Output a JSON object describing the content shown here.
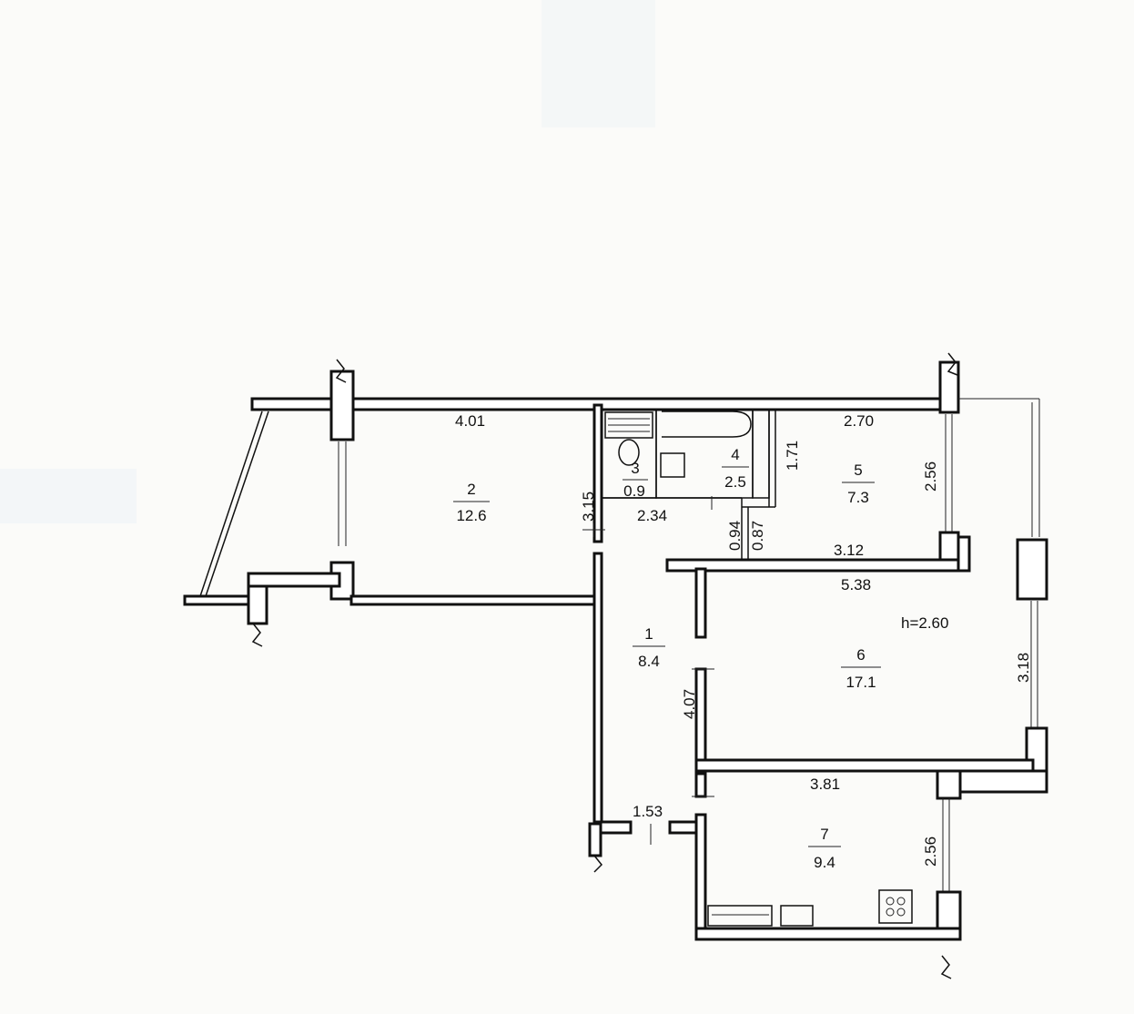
{
  "plan": {
    "ceiling_height": "h=2.60",
    "rooms": [
      {
        "number": "1",
        "area": "8.4"
      },
      {
        "number": "2",
        "area": "12.6"
      },
      {
        "number": "3",
        "area": "0.9"
      },
      {
        "number": "4",
        "area": "2.5"
      },
      {
        "number": "5",
        "area": "7.3"
      },
      {
        "number": "6",
        "area": "17.1"
      },
      {
        "number": "7",
        "area": "9.4"
      }
    ],
    "dimensions": {
      "room2_width": "4.01",
      "room2_depth": "3.15",
      "corridor_top": "2.34",
      "bath_depth": "1.71",
      "room5_width": "2.70",
      "room5_depth": "2.56",
      "room5_bottom": "3.12",
      "niche_a": "0.94",
      "niche_b": "0.87",
      "room6_width": "5.38",
      "room6_depth": "3.18",
      "corridor_length": "4.07",
      "room7_width": "3.81",
      "room7_depth": "2.56",
      "entrance_width": "1.53"
    }
  }
}
